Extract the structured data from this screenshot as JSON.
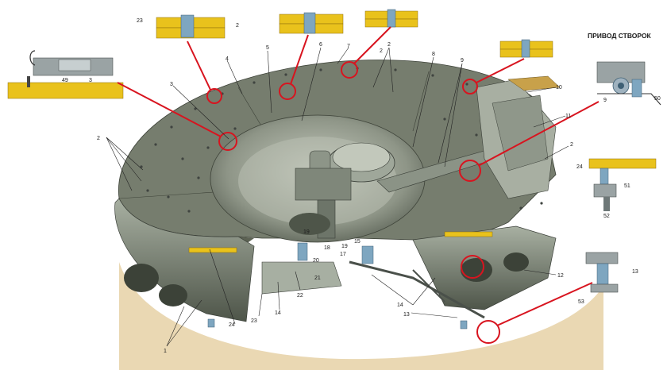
{
  "drive_title": "ПРИВОД СТВОРОК",
  "labels": {
    "l1": "1",
    "l2a": "2",
    "l2b": "2",
    "l2c": "2",
    "l2d": "2",
    "l2e": "2",
    "l3a": "3",
    "l3b": "3",
    "l4": "4",
    "l5": "5",
    "l6": "6",
    "l7": "7",
    "l8": "8",
    "l9a": "9",
    "l9b": "9",
    "l10": "10",
    "l11": "11",
    "l12": "12",
    "l13a": "13",
    "l13b": "13",
    "l14a": "14",
    "l14b": "14",
    "l15": "15",
    "l17": "17",
    "l18": "18",
    "l19a": "19",
    "l19b": "19",
    "l20": "20",
    "l21": "21",
    "l22": "22",
    "l23a": "23",
    "l23b": "23",
    "l24a": "24",
    "l24b": "24",
    "l49": "49",
    "l50": "50",
    "l51": "51",
    "l52": "52",
    "l53": "53"
  },
  "colors": {
    "callout": "#d8141f",
    "seal_yellow": "#e9c21c",
    "plate": "#767d6e",
    "hull": "#5f6656",
    "floor": "#ead8b3"
  }
}
